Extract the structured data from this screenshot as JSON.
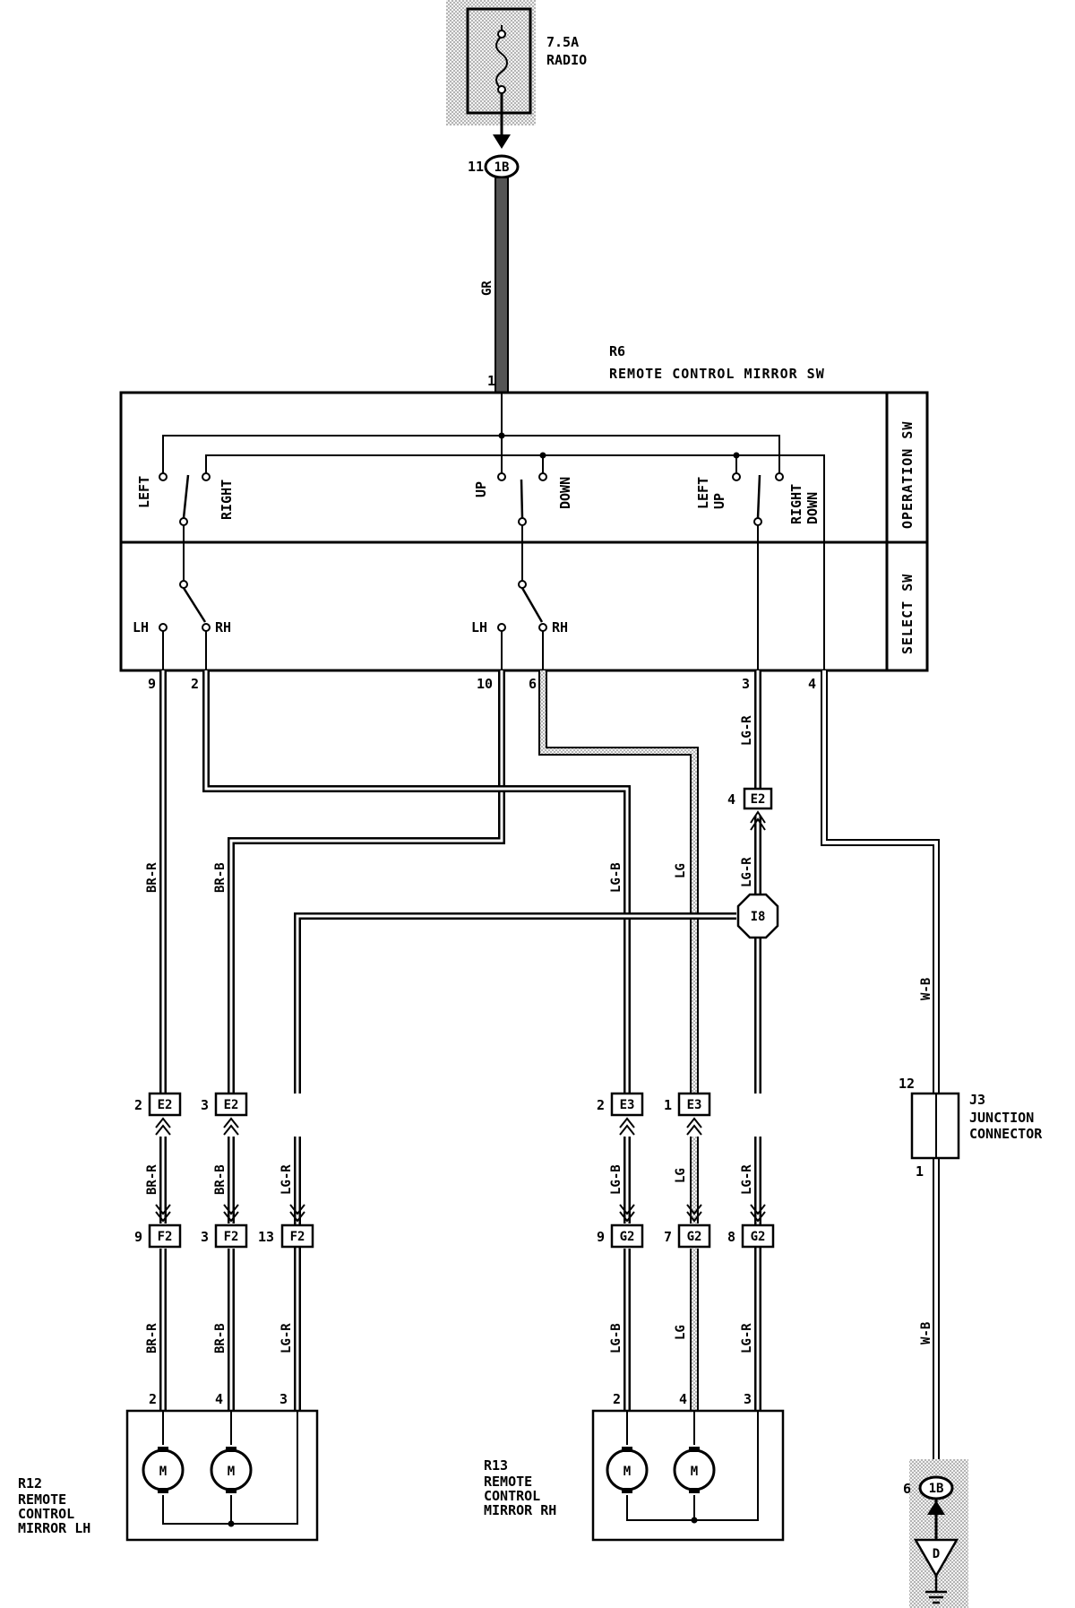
{
  "fuse": {
    "rating": "7.5A",
    "name": "RADIO"
  },
  "switch": {
    "code": "R6",
    "name": "REMOTE CONTROL MIRROR SW",
    "operation_label": "OPERATION SW",
    "select_label": "SELECT SW",
    "op_contacts": {
      "left": "LEFT",
      "right": "RIGHT",
      "up": "UP",
      "down": "DOWN",
      "left_up_1": "LEFT",
      "left_up_2": "UP",
      "right_down_1": "RIGHT",
      "right_down_2": "DOWN"
    },
    "select_contacts": {
      "lh1": "LH",
      "rh1": "RH",
      "lh2": "LH",
      "rh2": "RH"
    },
    "pins": {
      "p1": "1",
      "p9": "9",
      "p2": "2",
      "p10": "10",
      "p6": "6",
      "p3": "3",
      "p4": "4"
    }
  },
  "wires": {
    "gr": "GR",
    "br_r": "BR-R",
    "br_b": "BR-B",
    "lg_b": "LG-B",
    "lg": "LG",
    "lg_r": "LG-R",
    "w_b": "W-B"
  },
  "connectors": {
    "c1b_top": {
      "pin": "11",
      "id": "1B"
    },
    "e2_upper": {
      "pin": "4",
      "id": "E2"
    },
    "i8": {
      "id": "I8"
    },
    "e2_a": {
      "pin": "2",
      "id": "E2"
    },
    "e2_b": {
      "pin": "3",
      "id": "E2"
    },
    "e3_a": {
      "pin": "2",
      "id": "E3"
    },
    "e3_b": {
      "pin": "1",
      "id": "E3"
    },
    "f2_a": {
      "pin": "9",
      "id": "F2"
    },
    "f2_b": {
      "pin": "3",
      "id": "F2"
    },
    "f2_c": {
      "pin": "13",
      "id": "F2"
    },
    "g2_a": {
      "pin": "9",
      "id": "G2"
    },
    "g2_b": {
      "pin": "7",
      "id": "G2"
    },
    "g2_c": {
      "pin": "8",
      "id": "G2"
    },
    "c1b_bottom": {
      "pin": "6",
      "id": "1B"
    }
  },
  "junction": {
    "code": "J3",
    "name1": "JUNCTION",
    "name2": "CONNECTOR",
    "pin_in": "12",
    "pin_out": "1"
  },
  "mirror_lh": {
    "code": "R12",
    "line1": "REMOTE",
    "line2": "CONTROL",
    "line3": "MIRROR LH",
    "pins": [
      "2",
      "4",
      "3"
    ],
    "motor": "M"
  },
  "mirror_rh": {
    "code": "R13",
    "line1": "REMOTE",
    "line2": "CONTROL",
    "line3": "MIRROR RH",
    "pins": [
      "2",
      "4",
      "3"
    ],
    "motor": "M"
  },
  "ground": {
    "id": "D"
  }
}
